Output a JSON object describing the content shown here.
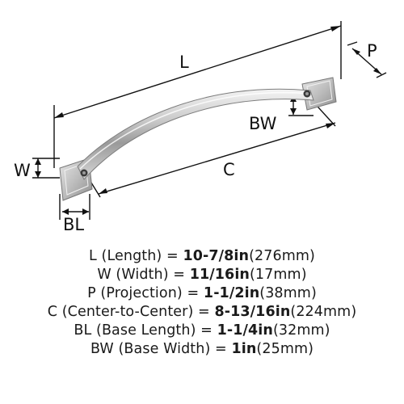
{
  "diagram": {
    "labels": {
      "length": "L",
      "projection": "P",
      "base_width": "BW",
      "width": "W",
      "center": "C",
      "base_length": "BL"
    }
  },
  "specs": [
    {
      "name": "L (Length) =",
      "value": "10-7/8in",
      "metric": "(276mm)"
    },
    {
      "name": "W (Width) =",
      "value": "11/16in",
      "metric": "(17mm)"
    },
    {
      "name": "P (Projection) =",
      "value": "1-1/2in",
      "metric": "(38mm)"
    },
    {
      "name": "C (Center-to-Center) =",
      "value": "8-13/16in",
      "metric": "(224mm)"
    },
    {
      "name": "BL (Base Length) =",
      "value": "1-1/4in",
      "metric": "(32mm)"
    },
    {
      "name": "BW (Base Width) =",
      "value": "1in",
      "metric": "(25mm)"
    }
  ]
}
